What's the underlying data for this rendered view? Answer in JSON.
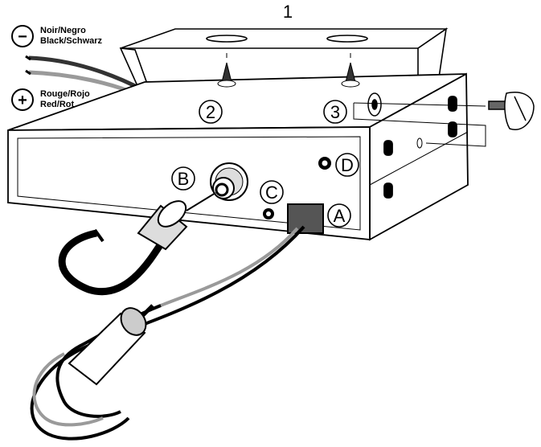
{
  "figure_number": "1",
  "legend": {
    "negative": {
      "symbol": "−",
      "line1": "Noir/Negro",
      "line2": "Black/Schwarz",
      "wire_color": "#333333"
    },
    "positive": {
      "symbol": "+",
      "line1": "Rouge/Rojo",
      "line2": "Red/Rot",
      "wire_color": "#9a9a9a"
    }
  },
  "callouts": {
    "step2": "2",
    "step3": "3",
    "A": "A",
    "B": "B",
    "C": "C",
    "D": "D"
  },
  "icons": [
    "mounting-screw-icon",
    "thumb-screw-icon",
    "power-connector-icon",
    "coax-connector-icon"
  ]
}
